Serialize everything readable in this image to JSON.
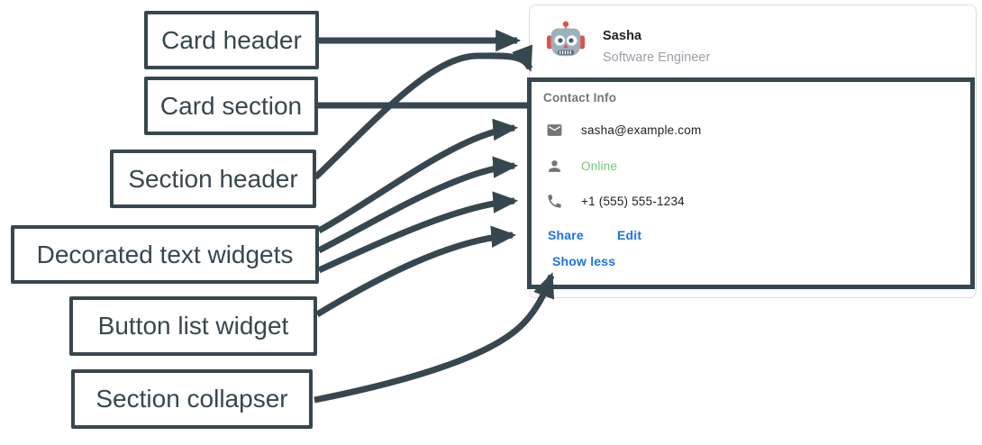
{
  "annotations": {
    "labels": [
      {
        "id": "card-header",
        "text": "Card header"
      },
      {
        "id": "card-section",
        "text": "Card section"
      },
      {
        "id": "section-header",
        "text": "Section header"
      },
      {
        "id": "decorated-text",
        "text": "Decorated text widgets"
      },
      {
        "id": "button-list",
        "text": "Button list widget"
      },
      {
        "id": "section-collapser",
        "text": "Section collapser"
      }
    ]
  },
  "card": {
    "header": {
      "avatar_icon": "robot-avatar",
      "name": "Sasha",
      "subtitle": "Software Engineer"
    },
    "section": {
      "title": "Contact Info",
      "rows": [
        {
          "icon": "email-icon",
          "text": "sasha@example.com"
        },
        {
          "icon": "person-icon",
          "text": "Online"
        },
        {
          "icon": "phone-icon",
          "text": "+1 (555) 555-1234"
        }
      ],
      "buttons": [
        {
          "label": "Share"
        },
        {
          "label": "Edit"
        }
      ],
      "collapser_label": "Show less"
    }
  },
  "colors": {
    "annotation_dark": "#37474F",
    "card_border": "#DADCE0",
    "link_blue": "#1A73E8",
    "online_green": "#6FCB71",
    "icon_gray": "#757575",
    "subtitle_gray": "#9AA0A6"
  }
}
